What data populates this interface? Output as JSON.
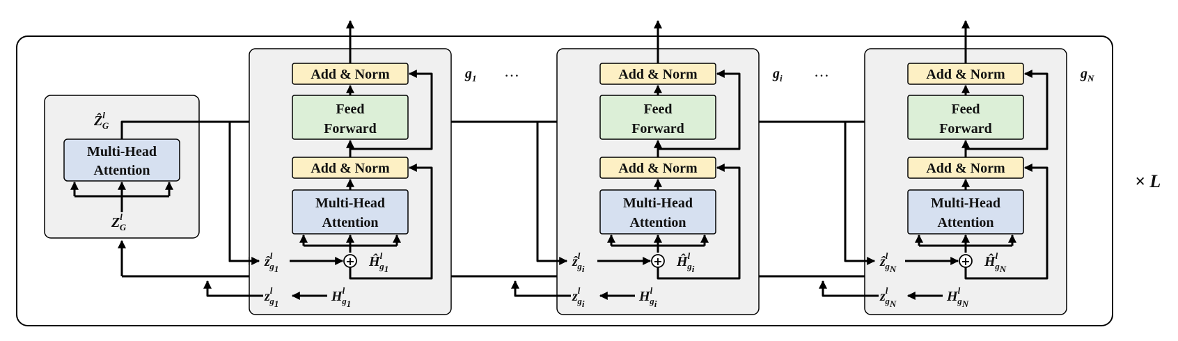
{
  "colors": {
    "panel_fill": "#f0f0f0",
    "add_norm_fill": "#fdf0c4",
    "feed_forward_fill": "#dcefd7",
    "attention_fill": "#d6e0f0",
    "stroke": "#000000"
  },
  "global_block": {
    "attention_label_line1": "Multi-Head",
    "attention_label_line2": "Attention",
    "output_base": "Ẑ",
    "output_sup": "l",
    "output_sub": "G",
    "input_base": "Z",
    "input_sup": "l",
    "input_sub": "G"
  },
  "group_blocks": [
    {
      "group_base": "g",
      "group_sub": "1",
      "add_norm_top": "Add & Norm",
      "ff_line1": "Feed",
      "ff_line2": "Forward",
      "add_norm_bottom": "Add & Norm",
      "mha_line1": "Multi-Head",
      "mha_line2": "Attention",
      "zhat_base": "ẑ",
      "zhat_sup": "l",
      "zhat_sub": "g",
      "zhat_subsub": "1",
      "hhat_base": "Ĥ",
      "hhat_sup": "l",
      "hhat_sub": "g",
      "hhat_subsub": "1",
      "z_base": "z",
      "z_sup": "l",
      "z_sub": "g",
      "z_subsub": "1",
      "h_base": "H",
      "h_sup": "l",
      "h_sub": "g",
      "h_subsub": "1",
      "plus": "+"
    },
    {
      "group_base": "g",
      "group_sub": "i",
      "add_norm_top": "Add & Norm",
      "ff_line1": "Feed",
      "ff_line2": "Forward",
      "add_norm_bottom": "Add & Norm",
      "mha_line1": "Multi-Head",
      "mha_line2": "Attention",
      "zhat_base": "ẑ",
      "zhat_sup": "l",
      "zhat_sub": "g",
      "zhat_subsub": "i",
      "hhat_base": "Ĥ",
      "hhat_sup": "l",
      "hhat_sub": "g",
      "hhat_subsub": "i",
      "z_base": "z",
      "z_sup": "l",
      "z_sub": "g",
      "z_subsub": "i",
      "h_base": "H",
      "h_sup": "l",
      "h_sub": "g",
      "h_subsub": "i",
      "plus": "+"
    },
    {
      "group_base": "g",
      "group_sub": "N",
      "add_norm_top": "Add & Norm",
      "ff_line1": "Feed",
      "ff_line2": "Forward",
      "add_norm_bottom": "Add & Norm",
      "mha_line1": "Multi-Head",
      "mha_line2": "Attention",
      "zhat_base": "ẑ",
      "zhat_sup": "l",
      "zhat_sub": "g",
      "zhat_subsub": "N",
      "hhat_base": "Ĥ",
      "hhat_sup": "l",
      "hhat_sub": "g",
      "hhat_subsub": "N",
      "z_base": "z",
      "z_sup": "l",
      "z_sub": "g",
      "z_subsub": "N",
      "h_base": "H",
      "h_sup": "l",
      "h_sub": "g",
      "h_subsub": "N",
      "plus": "+"
    }
  ],
  "ellipsis": "…",
  "repeat_label": "× L"
}
